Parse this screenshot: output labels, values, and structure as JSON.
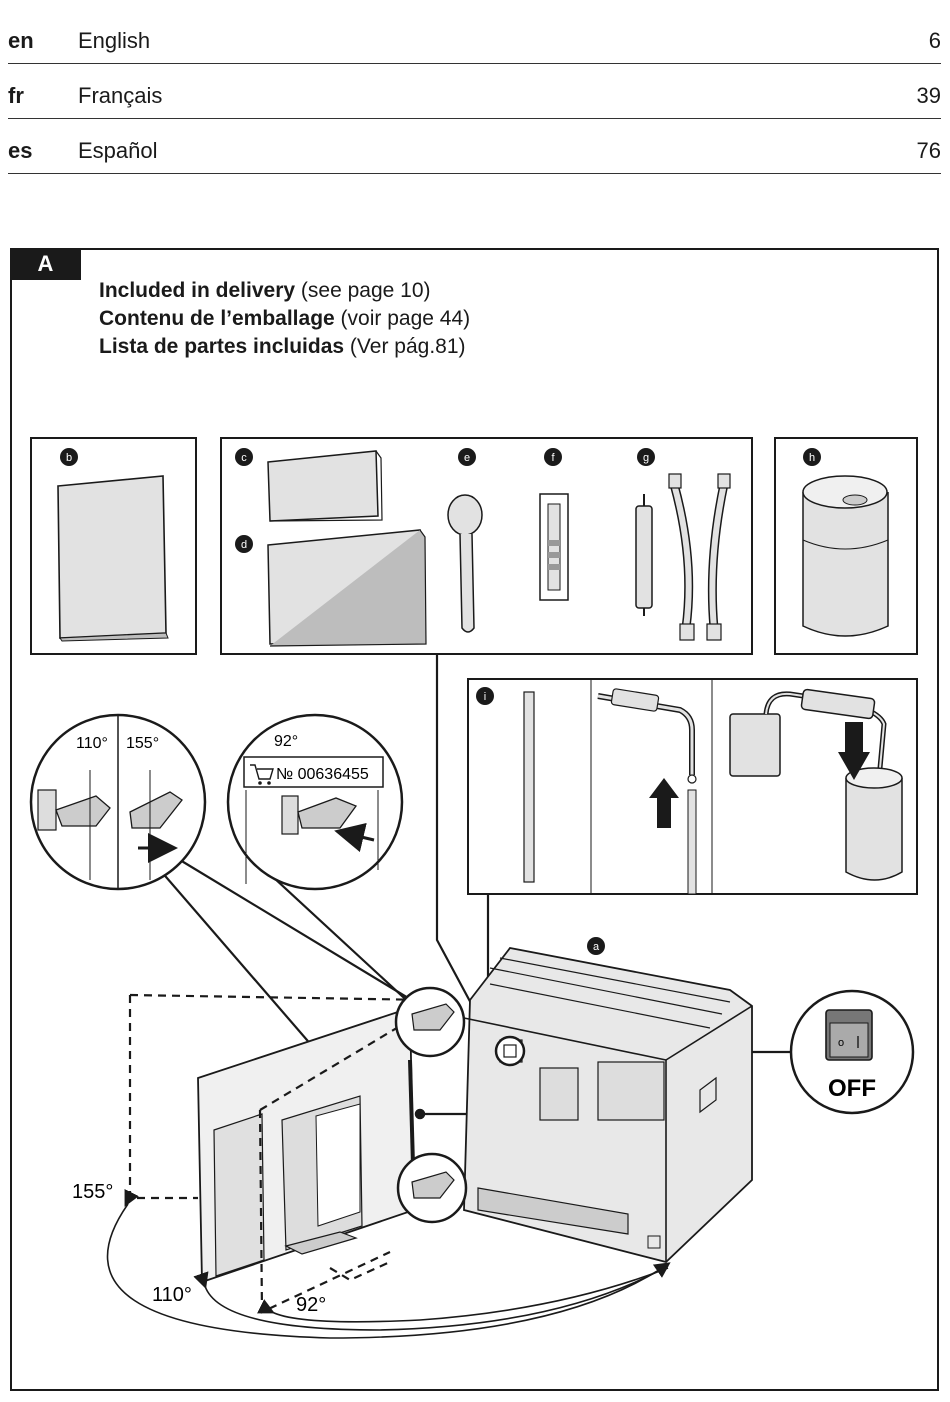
{
  "languages": [
    {
      "code": "en",
      "name": "English",
      "page": "6"
    },
    {
      "code": "fr",
      "name": "Français",
      "page": "39"
    },
    {
      "code": "es",
      "name": "Español",
      "page": "76"
    }
  ],
  "figure": {
    "tag": "A",
    "delivery": [
      {
        "bold": "Included in delivery",
        "rest": " (see page 10)"
      },
      {
        "bold": "Contenu de l’emballage",
        "rest": " (voir page 44)"
      },
      {
        "bold": "Lista de partes incluidas",
        "rest": " (Ver pág.81)"
      }
    ],
    "part_labels": {
      "a": "a",
      "b": "b",
      "c": "c",
      "d": "d",
      "e": "e",
      "f": "f",
      "g": "g",
      "h": "h",
      "i": "i"
    },
    "hinge": {
      "angle_110": "110°",
      "angle_155": "155°",
      "angle_92": "92°",
      "part_number": "№ 00636455"
    },
    "switch_label": "OFF",
    "door_angles": {
      "a155": "155°",
      "a110": "110°",
      "a92": "92°"
    }
  }
}
